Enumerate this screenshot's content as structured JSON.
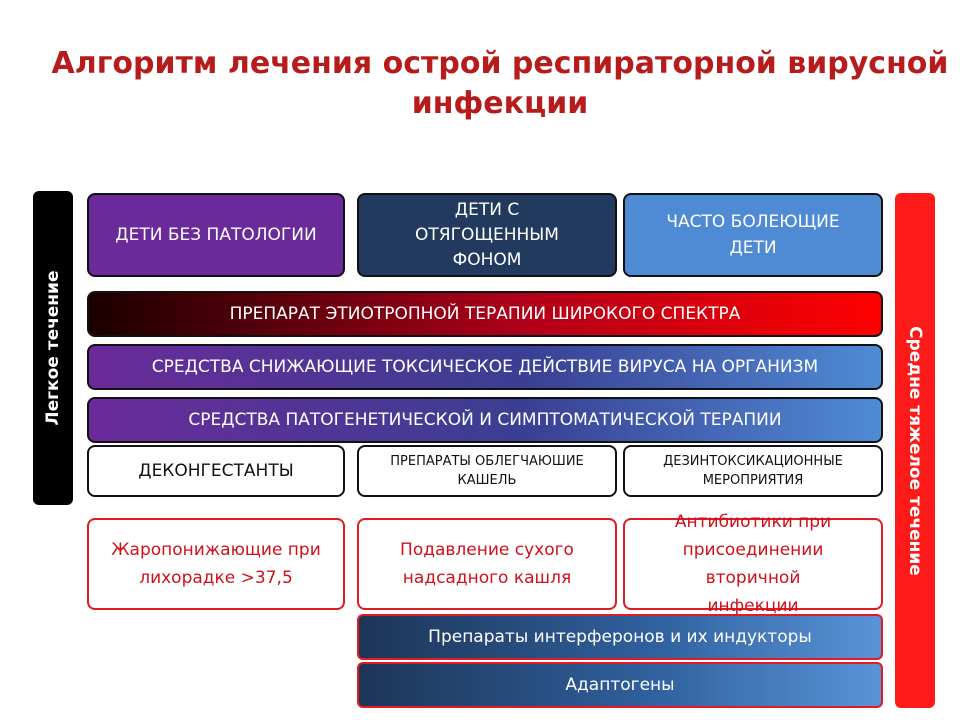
{
  "title": {
    "line1": "Алгоритм лечения острой респираторной вирусной",
    "line2": "инфекции"
  },
  "side_labels": {
    "left": "Легкое течение",
    "right": "Средне тяжелое  течение"
  },
  "groups": {
    "group1": "ДЕТИ БЕЗ ПАТОЛОГИИ",
    "group2": "ДЕТИ С ОТЯГОЩЕННЫМ ФОНОМ",
    "group3": "ЧАСТО БОЛЕЮЩИЕ ДЕТИ"
  },
  "therapy_rows": {
    "row1": "ПРЕПАРАТ  ЭТИОТРОПНОЙ ТЕРАПИИ ШИРОКОГО СПЕКТРА",
    "row2": "СРЕДСТВА СНИЖАЮЩИЕ ТОКСИЧЕСКОЕ ДЕЙСТВИЕ ВИРУСА НА ОРГАНИЗМ",
    "row3": "СРЕДСТВА ПАТОГЕНЕТИЧЕСКОЙ И СИМПТОМАТИЧЕСКОЙ ТЕРАПИИ"
  },
  "symptomatic": {
    "item1": "ДЕКОНГЕСТАНТЫ",
    "item2": "ПРЕПАРАТЫ ОБЛЕГЧАЮШИЕ КАШЕЛЬ",
    "item3": "ДЕЗИНТОКСИКАЦИОННЫЕ МЕРОПРИЯТИЯ"
  },
  "moderate": {
    "item1": "Жаропонижающие при лихорадке >37,5",
    "item2": "Подавление сухого надсадного кашля",
    "item3": "Антибиотики при присоединении вторичной  инфекции"
  },
  "additional": {
    "row1": "Препараты интерферонов и их индукторы",
    "row2": "Адаптогены"
  }
}
